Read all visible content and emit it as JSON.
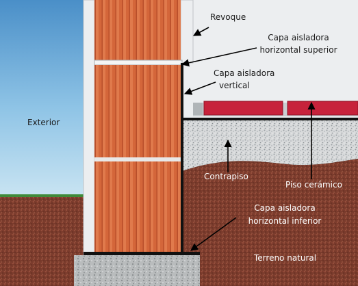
{
  "labels": {
    "exterior": "Exterior",
    "revoque": "Revoque",
    "capa_sup_1": "Capa aisladora",
    "capa_sup_2": "horizontal superior",
    "capa_vert_1": "Capa aisladora",
    "capa_vert_2": "vertical",
    "contrapiso": "Contrapiso",
    "piso": "Piso cerámico",
    "capa_inf_1": "Capa aisladora",
    "capa_inf_2": "horizontal inferior",
    "terreno": "Terreno natural"
  }
}
